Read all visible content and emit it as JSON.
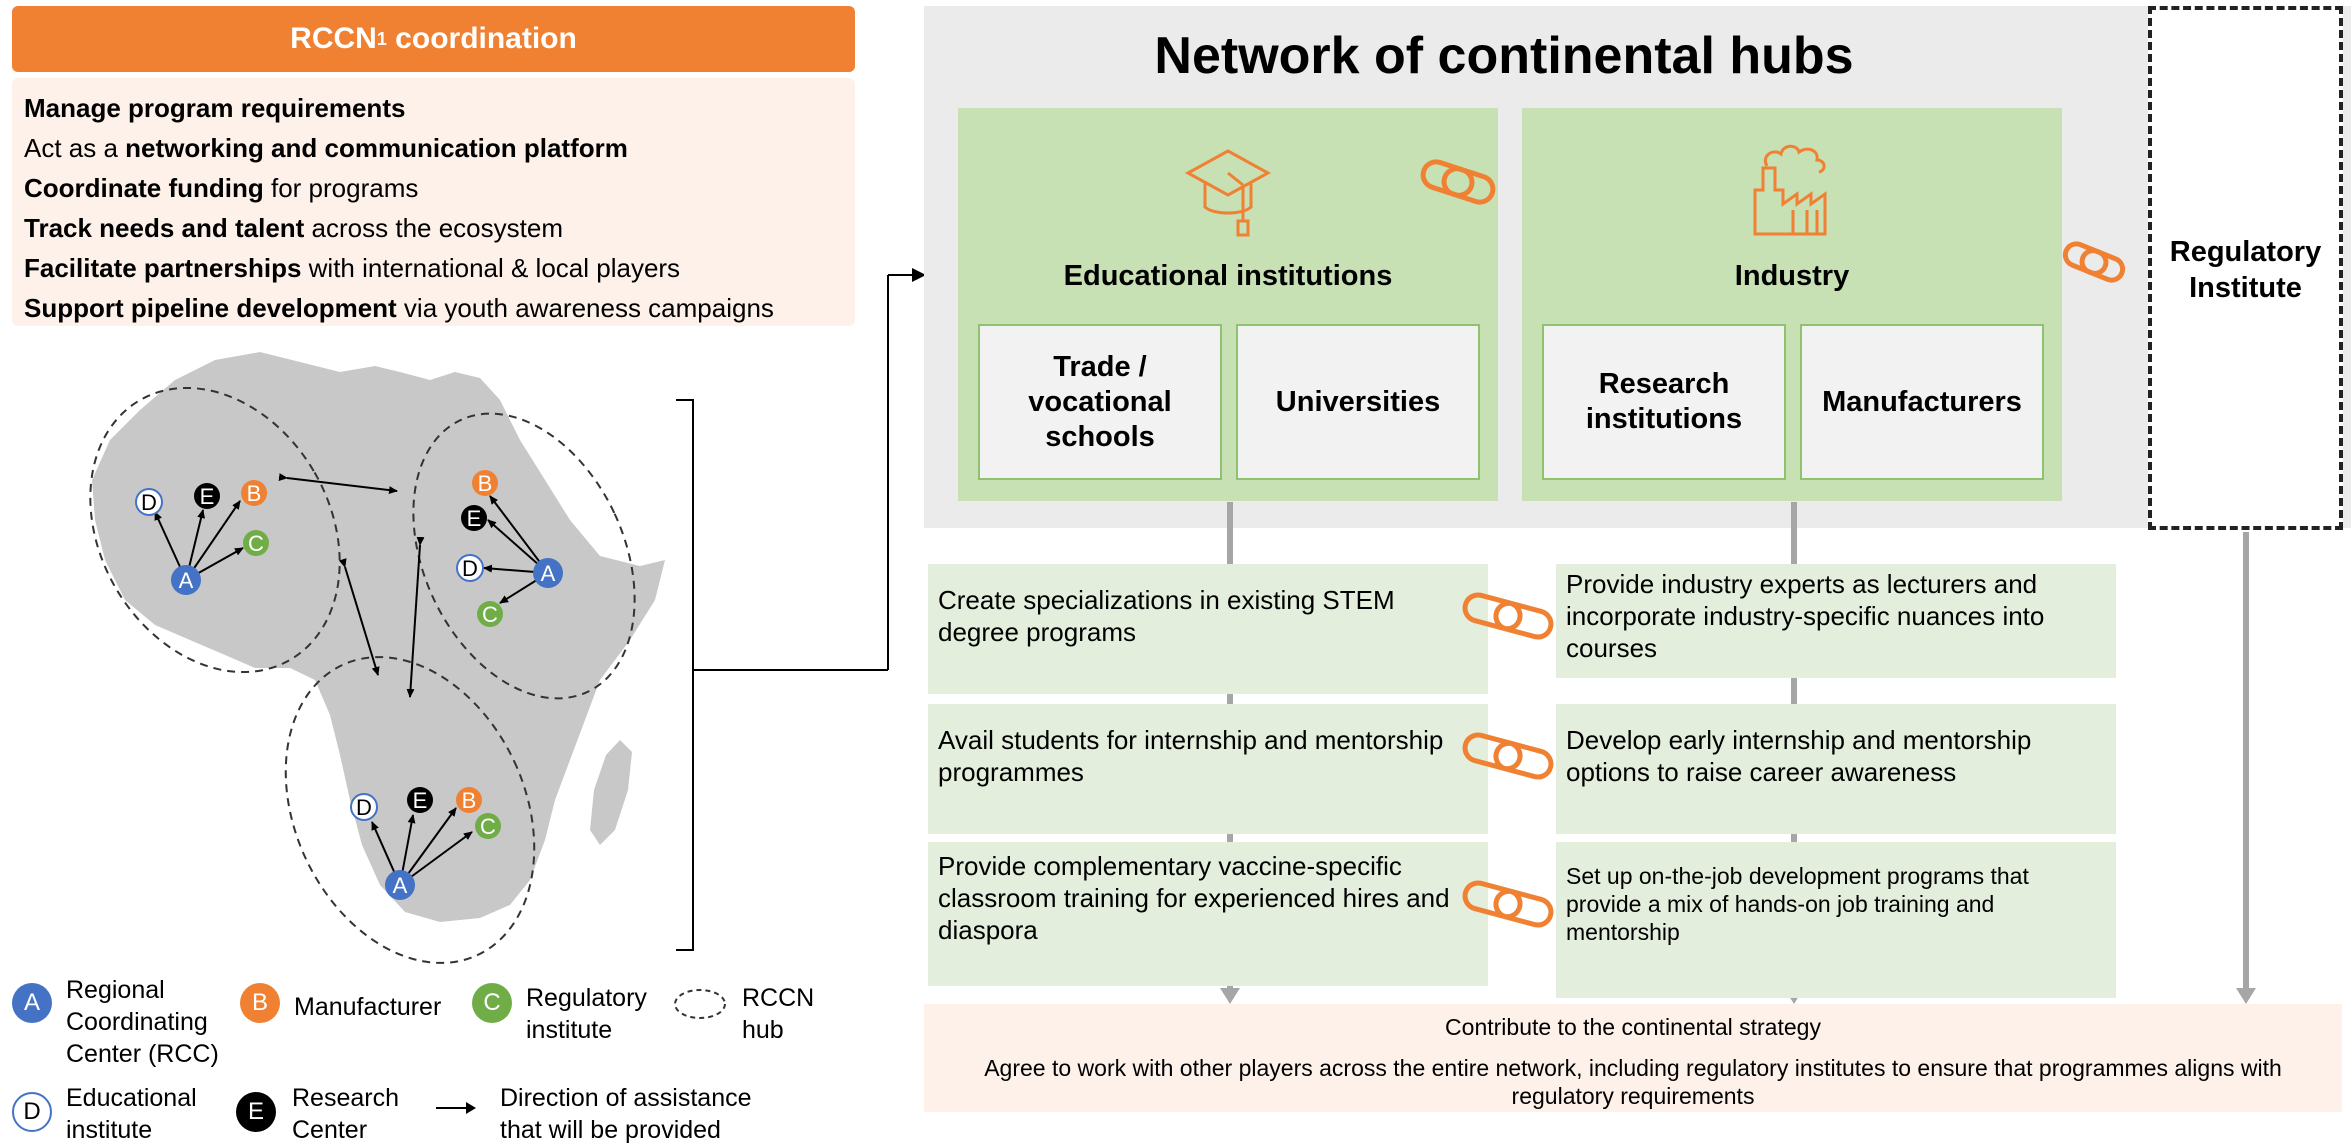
{
  "coordination": {
    "title": "RCCN",
    "title_sup": "1",
    "title_rest": " coordination",
    "tasks": [
      {
        "pre": "",
        "bold": "Manage program requirements",
        "post": ""
      },
      {
        "pre": "Act as a ",
        "bold": "networking and communication platform",
        "post": ""
      },
      {
        "pre": "",
        "bold": "Coordinate funding",
        "post": " for programs"
      },
      {
        "pre": "",
        "bold": "Track needs and talent",
        "post": " across the ecosystem"
      },
      {
        "pre": "",
        "bold": "Facilitate partnerships",
        "post": " with international & local players"
      },
      {
        "pre": "",
        "bold": "Support pipeline development",
        "post": " via youth awareness campaigns"
      }
    ]
  },
  "map": {
    "node_letters": {
      "rcc": "A",
      "manufacturer": "B",
      "regulatory": "C",
      "educational": "D",
      "research": "E"
    }
  },
  "legend": {
    "rcc": {
      "letter": "A",
      "label": "Regional Coordinating Center (RCC)"
    },
    "manufacturer": {
      "letter": "B",
      "label": "Manufacturer"
    },
    "regulatory": {
      "letter": "C",
      "label": "Regulatory institute"
    },
    "hub": {
      "label": "RCCN hub"
    },
    "educational": {
      "letter": "D",
      "label": "Educational institute"
    },
    "research": {
      "letter": "E",
      "label": "Research Center"
    },
    "direction": {
      "label": "Direction of assistance that will be provided"
    }
  },
  "hubs": {
    "title": "Network of continental hubs",
    "education": {
      "title": "Educational institutions",
      "icon": "graduation-cap-icon",
      "boxes": [
        "Trade / vocational schools",
        "Universities"
      ]
    },
    "industry": {
      "title": "Industry",
      "icon": "factory-icon",
      "boxes": [
        "Research institutions",
        "Manufacturers"
      ]
    },
    "regulatory": {
      "title": "Regulatory Institute"
    }
  },
  "actions": {
    "education": [
      "Create specializations in existing STEM degree programs",
      "Avail students for internship and mentorship programmes",
      "Provide complementary vaccine-specific classroom training for experienced hires and diaspora"
    ],
    "industry": [
      "Provide industry experts as lecturers and incorporate  industry-specific nuances into courses",
      "Develop early internship and mentorship options to raise career awareness",
      "Set up on-the-job development programs that provide a mix of hands-on job training and mentorship"
    ]
  },
  "strategy": {
    "title": "Contribute to the continental strategy",
    "text": "Agree to work with other players across the entire network, including regulatory institutes to ensure that programmes aligns with regulatory requirements"
  },
  "colors": {
    "orange": "#f08133",
    "blue": "#4472c4",
    "green": "#70ad47",
    "light_green": "#c7e0b4",
    "action_green": "#e3eedc",
    "peach": "#fdf1ea",
    "hub_grey": "#ebebeb",
    "map_grey": "#c8c8c8"
  }
}
